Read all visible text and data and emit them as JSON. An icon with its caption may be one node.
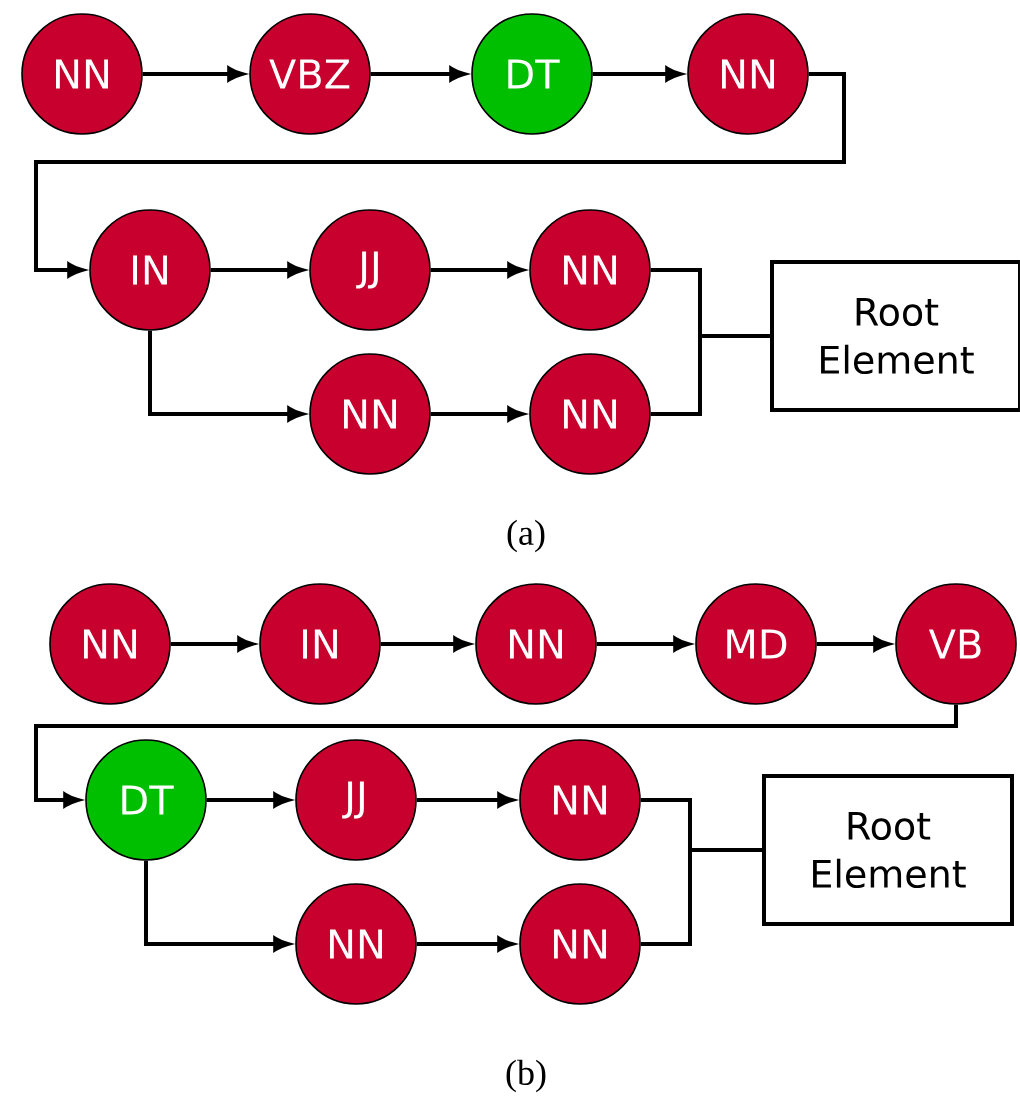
{
  "diagram": {
    "nodes": [
      {
        "text": [
          "NN"
        ]
      },
      {
        "text": [
          "VBZ"
        ]
      },
      {
        "text": [
          "DT"
        ]
      },
      {
        "text": [
          "NN"
        ]
      },
      {
        "text": [
          "IN"
        ]
      },
      {
        "text": [
          "JJ"
        ]
      },
      {
        "text": [
          "NN"
        ]
      },
      {
        "text": [
          "NN"
        ]
      },
      {
        "text": [
          "NN"
        ]
      },
      {
        "text": [
          "Root Element"
        ]
      },
      {
        "text": [
          "NN"
        ]
      },
      {
        "text": [
          "IN"
        ]
      },
      {
        "text": [
          "NN"
        ]
      },
      {
        "text": [
          "MD"
        ]
      },
      {
        "text": [
          "VB"
        ]
      },
      {
        "text": [
          "DT"
        ]
      },
      {
        "text": [
          "JJ"
        ]
      },
      {
        "text": [
          "NN"
        ]
      },
      {
        "text": [
          "NN"
        ]
      },
      {
        "text": [
          "NN"
        ]
      },
      {
        "text": [
          "Root Element"
        ]
      }
    ],
    "edges": [
      {
        "from": 0,
        "to": 1,
        "arrow": "to"
      },
      {
        "from": 1,
        "to": 2,
        "arrow": "to"
      },
      {
        "from": 2,
        "to": 3,
        "arrow": "to"
      },
      {
        "from": 3,
        "to": 4,
        "arrow": "to"
      },
      {
        "from": 4,
        "to": 5,
        "arrow": "to"
      },
      {
        "from": 5,
        "to": 6,
        "arrow": "to"
      },
      {
        "from": 4,
        "to": 7,
        "arrow": "to"
      },
      {
        "from": 7,
        "to": 8,
        "arrow": "to"
      },
      {
        "from": 6,
        "to": 9,
        "arrow": "none"
      },
      {
        "from": 8,
        "to": 9,
        "arrow": "none"
      },
      {
        "from": 10,
        "to": 11,
        "arrow": "to"
      },
      {
        "from": 11,
        "to": 12,
        "arrow": "to"
      },
      {
        "from": 12,
        "to": 13,
        "arrow": "to"
      },
      {
        "from": 13,
        "to": 14,
        "arrow": "to"
      },
      {
        "from": 14,
        "to": 15,
        "arrow": "to"
      },
      {
        "from": 15,
        "to": 16,
        "arrow": "to"
      },
      {
        "from": 16,
        "to": 17,
        "arrow": "to"
      },
      {
        "from": 15,
        "to": 18,
        "arrow": "to"
      },
      {
        "from": 18,
        "to": 19,
        "arrow": "to"
      },
      {
        "from": 17,
        "to": 20,
        "arrow": "none"
      },
      {
        "from": 19,
        "to": 20,
        "arrow": "none"
      }
    ],
    "labels": [
      "(a)",
      "(b)"
    ]
  }
}
